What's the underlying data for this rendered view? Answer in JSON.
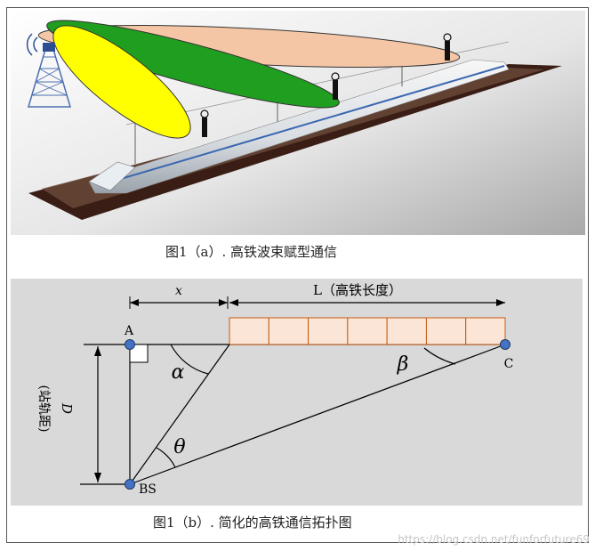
{
  "captions": {
    "a": "图1（a）. 高铁波束赋型通信",
    "b": "图1（b）. 简化的高铁通信拓扑图"
  },
  "diagram": {
    "x_label": "x",
    "L_label": "L（高铁长度）",
    "A": "A",
    "C": "C",
    "BS": "BS",
    "D_label": "D",
    "D_desc": "(站轨距)",
    "alpha": "α",
    "beta": "β",
    "theta": "θ",
    "car_count": 7
  },
  "watermark": "https://blog.csdn.net/funforfuture69",
  "colors": {
    "beam_peach": "#F5C6A5",
    "beam_green": "#1F9E1F",
    "beam_yellow": "#FFFF00",
    "diagram_bg": "#D9D9D9",
    "car_fill": "#FBE5D6",
    "point_fill": "#4472C4"
  }
}
